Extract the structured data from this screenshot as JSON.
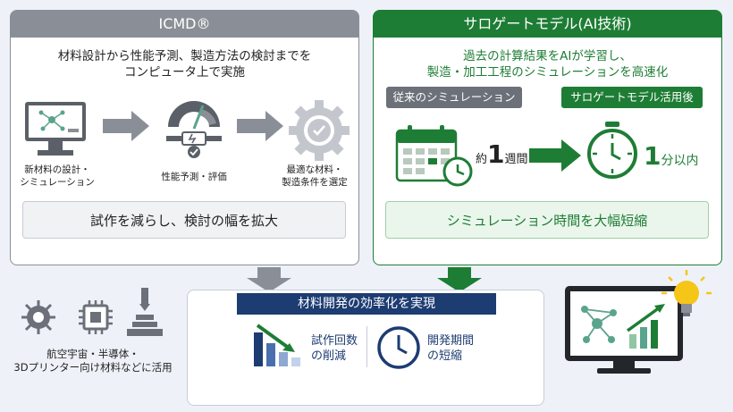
{
  "left": {
    "title": "ICMD®",
    "description_lines": [
      "材料設計から性能予測、製造方法の検討までを",
      "コンピュータ上で実施"
    ],
    "steps": [
      {
        "label_lines": [
          "新材料の設計・",
          "シミュレーション"
        ],
        "icon": "monitor-network-icon"
      },
      {
        "label_lines": [
          "性能予測・評価"
        ],
        "icon": "gauge-icon"
      },
      {
        "label_lines": [
          "最適な材料・",
          "製造条件を選定"
        ],
        "icon": "gear-check-icon"
      }
    ],
    "result": "試作を減らし、検討の幅を拡大"
  },
  "right": {
    "title": "サロゲートモデル(AI技術)",
    "description_lines": [
      "過去の計算結果をAIが学習し、",
      "製造・加工工程のシミュレーションを高速化"
    ],
    "before_tag": "従来のシミュレーション",
    "after_tag": "サロゲートモデル活用後",
    "before_time": {
      "prefix": "約",
      "number": "1",
      "unit": "週間"
    },
    "after_time": {
      "number": "1",
      "unit": "分以内"
    },
    "result": "シミュレーション時間を大幅短縮"
  },
  "center": {
    "title": "材料開発の効率化を実現",
    "effects": [
      {
        "lines": [
          "試作回数",
          "の削減"
        ],
        "icon": "declining-bar-chart-icon"
      },
      {
        "lines": [
          "開発期間",
          "の短縮"
        ],
        "icon": "clock-icon"
      }
    ]
  },
  "applications": {
    "icons": [
      "turbine-icon",
      "chip-icon",
      "3d-printer-icon"
    ],
    "lines": [
      "航空宇宙・半導体・",
      "3Dプリンター向け材料などに活用"
    ]
  },
  "colors": {
    "gray": "#8a8f97",
    "green": "#1e7d35",
    "navy": "#1d3c72",
    "teal": "#5aa38c",
    "yellow": "#f5c518"
  }
}
